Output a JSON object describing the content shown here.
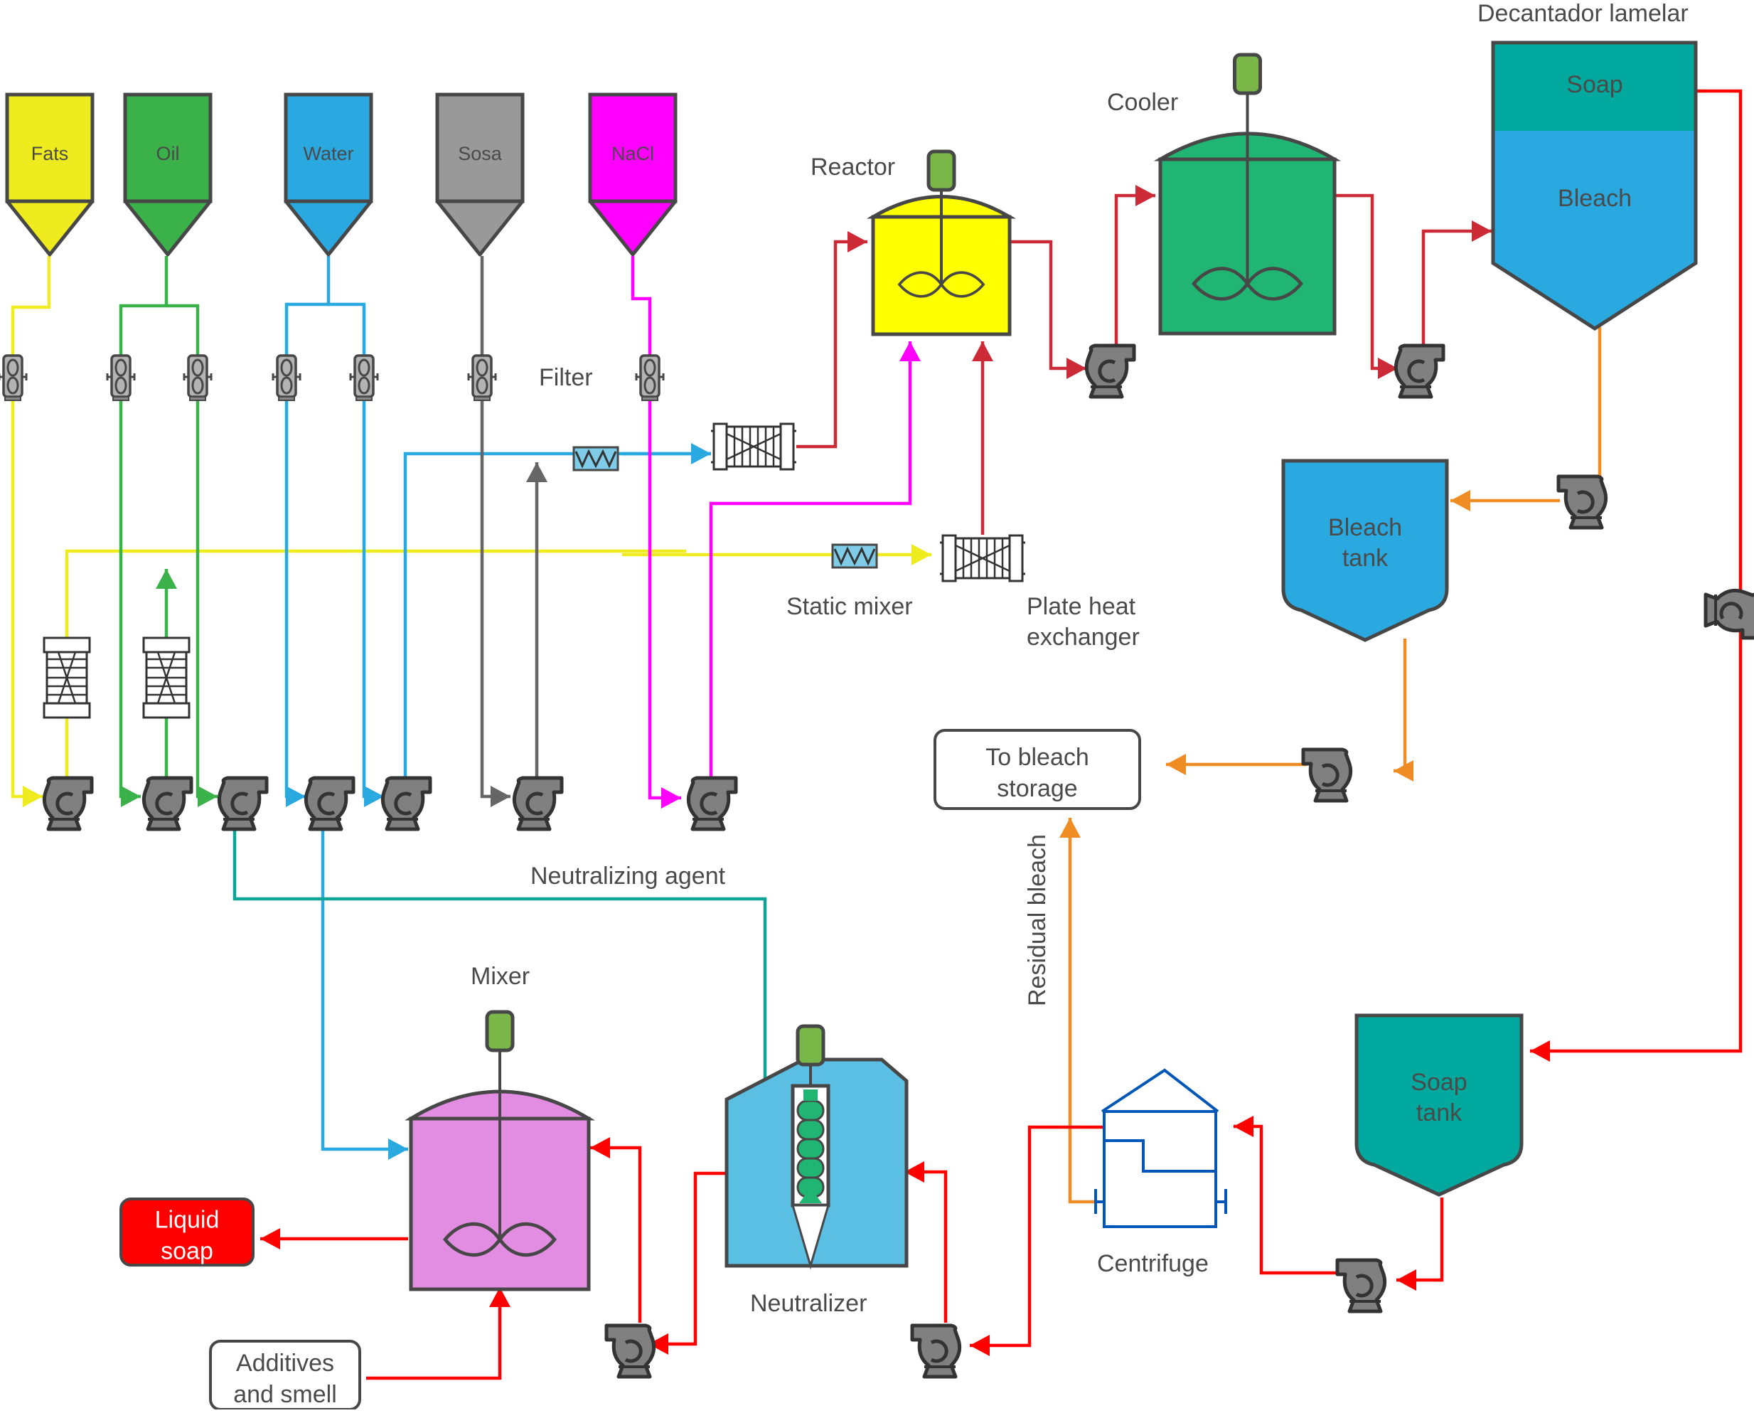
{
  "diagram": {
    "title": "Liquid soap and bleach production process",
    "colors": {
      "fats": "#EEEB1E",
      "oil": "#3BB14A",
      "water": "#29A9E0",
      "sosa": "#999999",
      "nacl": "#FF00FF",
      "reactor": "#FFFF00",
      "cooler": "#21B573",
      "soap": "#00A89D",
      "bleach": "#29A9E0",
      "mixer": "#E28DE2",
      "neutralizer": "#5BBFE3",
      "motor": "#7AB648",
      "pump": "#808080",
      "outline": "#474747",
      "product_line": "#CC2A36",
      "soap_line": "#FF0000",
      "bleach_line": "#EF8C24",
      "neutralizing_line": "#0FA396",
      "centrifuge": "#0057B7",
      "liquid_soap_box": "#FF0000"
    },
    "silos": [
      {
        "id": "fats",
        "label": "Fats"
      },
      {
        "id": "oil",
        "label": "Oil"
      },
      {
        "id": "water",
        "label": "Water"
      },
      {
        "id": "sosa",
        "label": "Sosa"
      },
      {
        "id": "nacl",
        "label": "NaCl"
      }
    ],
    "labels": {
      "filter": "Filter",
      "reactor": "Reactor",
      "cooler": "Cooler",
      "decanter": "Decantador lamelar",
      "decanter_soap": "Soap",
      "decanter_bleach": "Bleach",
      "bleach_tank_line1": "Bleach",
      "bleach_tank_line2": "tank",
      "static_mixer": "Static mixer",
      "plate_hx_line1": "Plate heat",
      "plate_hx_line2": "exchanger",
      "to_bleach_line1": "To bleach",
      "to_bleach_line2": "storage",
      "residual_bleach": "Residual bleach",
      "neutralizing_agent": "Neutralizing agent",
      "mixer": "Mixer",
      "neutralizer": "Neutralizer",
      "centrifuge": "Centrifuge",
      "soap_tank_line1": "Soap",
      "soap_tank_line2": "tank",
      "liquid_soap_line1": "Liquid",
      "liquid_soap_line2": "soap",
      "additives_line1": "Additives",
      "additives_line2": "and smell"
    },
    "icons": {
      "pump": "centrifugal-pump-icon",
      "flowmeter": "flowmeter-icon",
      "motor": "agitator-motor-icon",
      "static_mixer": "static-mixer-icon",
      "plate_hx": "plate-heat-exchanger-icon",
      "centrifuge": "centrifuge-icon"
    }
  }
}
